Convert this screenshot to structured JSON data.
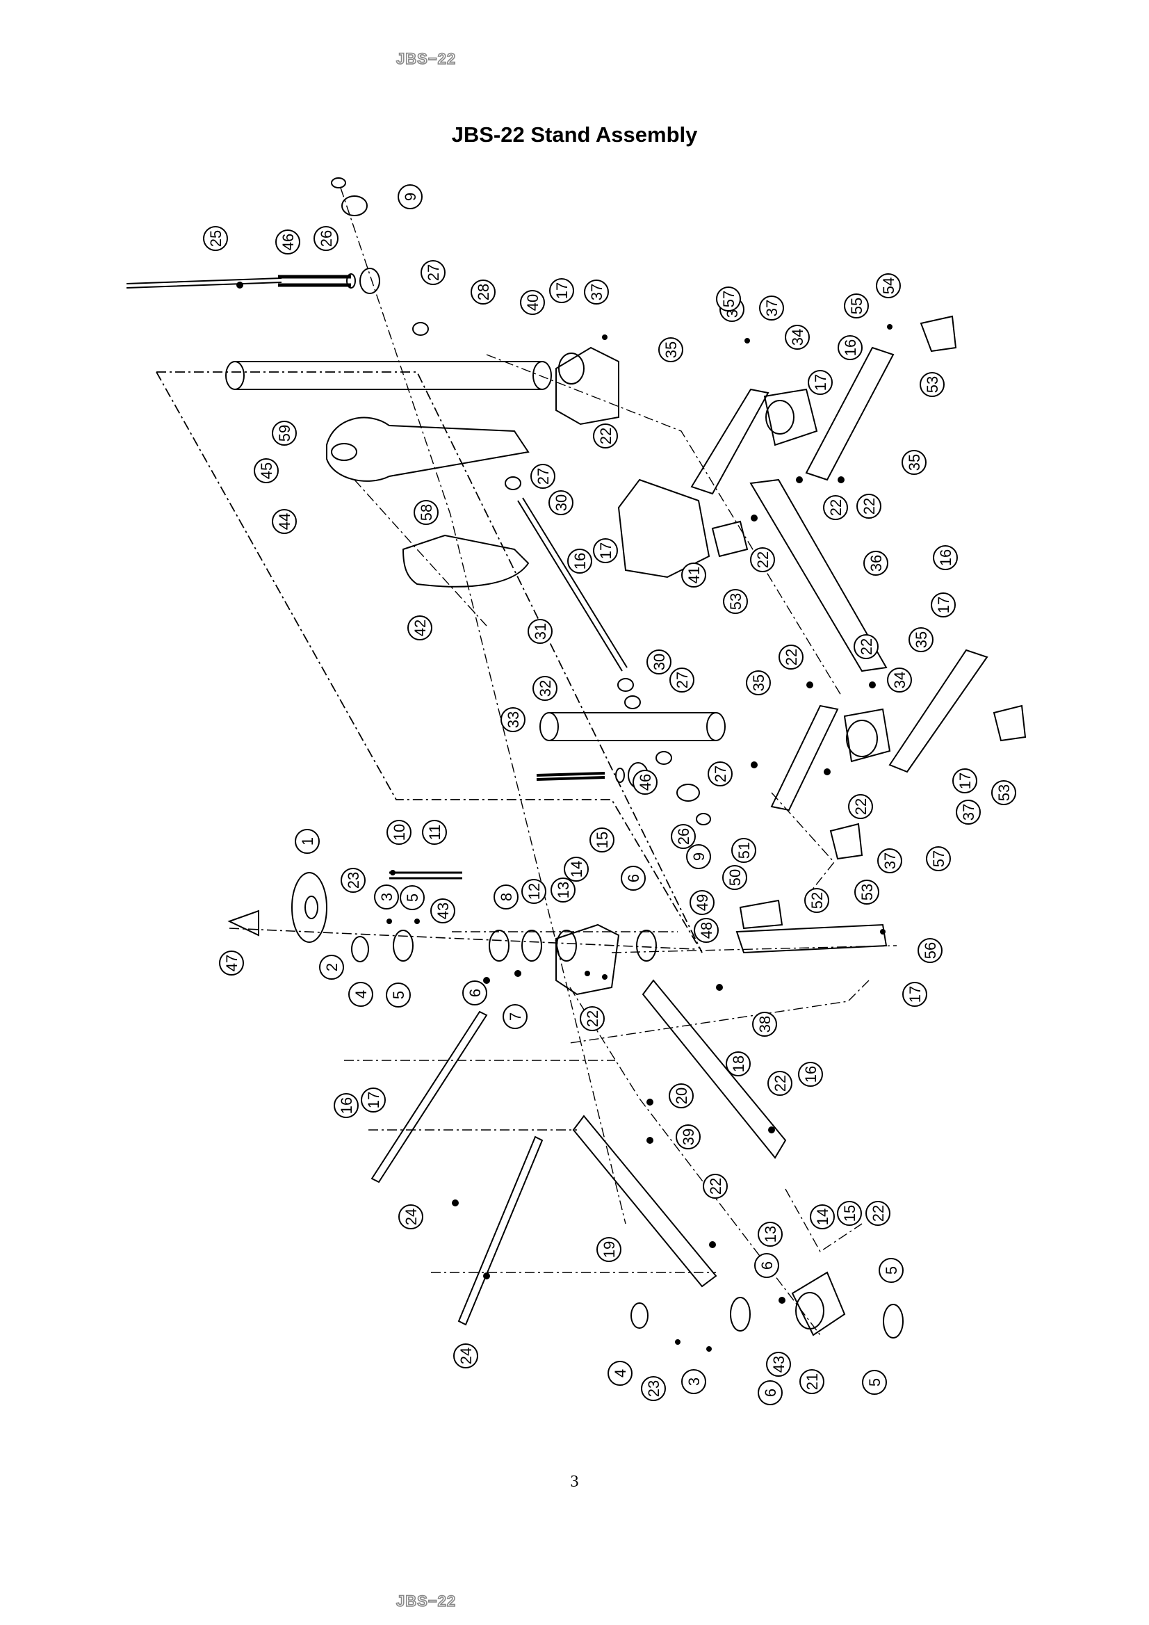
{
  "header": {
    "top_label": "JBS−22",
    "bottom_label": "JBS−22"
  },
  "title": "JBS-22 Stand Assembly",
  "page_number": "3",
  "callouts": [
    "9",
    "25",
    "46",
    "26",
    "27",
    "28",
    "40",
    "17",
    "37",
    "37",
    "57",
    "37",
    "34",
    "17",
    "16",
    "55",
    "54",
    "53",
    "35",
    "35",
    "22",
    "59",
    "45",
    "44",
    "58",
    "27",
    "30",
    "16",
    "17",
    "41",
    "53",
    "22",
    "22",
    "22",
    "36",
    "16",
    "17",
    "42",
    "31",
    "30",
    "27",
    "32",
    "33",
    "35",
    "22",
    "22",
    "34",
    "35",
    "46",
    "26",
    "27",
    "9",
    "22",
    "17",
    "37",
    "53",
    "37",
    "57",
    "53",
    "51",
    "50",
    "52",
    "49",
    "48",
    "56",
    "17",
    "1",
    "10",
    "11",
    "23",
    "3",
    "5",
    "43",
    "14",
    "15",
    "8",
    "12",
    "13",
    "6",
    "47",
    "2",
    "4",
    "5",
    "6",
    "7",
    "22",
    "38",
    "18",
    "22",
    "16",
    "16",
    "17",
    "20",
    "39",
    "22",
    "24",
    "19",
    "13",
    "14",
    "15",
    "22",
    "6",
    "5",
    "21",
    "43",
    "6",
    "5",
    "3",
    "23",
    "4",
    "24"
  ]
}
